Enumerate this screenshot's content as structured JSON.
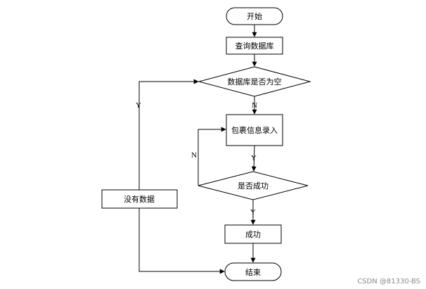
{
  "diagram": {
    "nodes": {
      "start": "开始",
      "query": "查询数据库",
      "decision_empty": "数据库是否为空",
      "input": "包裹信息录入",
      "decision_success": "是否成功",
      "success": "成功",
      "no_data": "没有数据",
      "end": "结束"
    },
    "edge_labels": {
      "empty_yes": "Y",
      "empty_no": "N",
      "input_to_check": "Y",
      "retry_no": "N",
      "success_yes": "Y"
    }
  },
  "watermark": "CSDN @81330-BS"
}
